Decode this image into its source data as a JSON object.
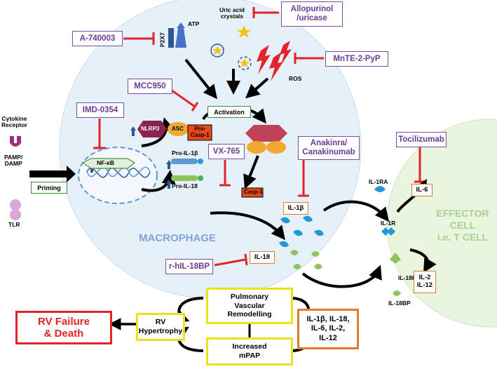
{
  "drugs": {
    "allopurinol": "Allopurinol\n/uricase",
    "a740003": "A-740003",
    "mnte": "MnTE-2-PyP",
    "mcc950": "MCC950",
    "imd": "IMD-0354",
    "anakinra": "Anakinra/\nCanakinumab",
    "tocilizumab": "Tocilizumab",
    "vx765": "VX-765",
    "rhil18bp": "r-hIL-18BP"
  },
  "labels": {
    "uric": "Uric acid\ncrystals",
    "atp": "ATP",
    "p2x7": "P2X7",
    "ros": "ROS",
    "activation": "Activation",
    "nlrp3": "NLRP3",
    "asc": "ASC",
    "procasp": "Pro-\nCasp-1",
    "nfkb": "NF-κB",
    "priming": "Priming",
    "cytokine_receptor": "Cytokine\nReceptor",
    "pamp": "PAMP/\nDAMP",
    "tlr": "TLR",
    "proil1b": "Pro-IL-1β",
    "proil18": "Pro-IL-18",
    "casp1": "Casp-1",
    "macrophage": "MACROPHAGE",
    "il1b_box": "IL-1β",
    "il18_box": "IL-18",
    "il1ra": "IL-1RA",
    "il1r": "IL-1R",
    "il18r": "IL-18R",
    "il18bp": "IL-18BP",
    "il6_box": "IL-6",
    "il2_il12_box": "IL-2\nIL-12",
    "effector": "EFFECTOR\nCELL\ni.e. T CELL",
    "pulmonary": "Pulmonary\nVascular\nRemodelling",
    "mpap": "Increased\nmPAP",
    "rv_hyper": "RV\nHypertrophy",
    "rv_failure": "RV Failure\n& Death",
    "cytokines": "IL-1β, IL-18,\nIL-6, IL-2,\nIL-12"
  },
  "colors": {
    "drug_border": "#7a4fa0",
    "inhibit": "#e0242a",
    "macrophage_fill": "#e6f0f8",
    "effector_fill": "#e9f5df",
    "effector_text": "#a9d18e",
    "ybox": "#f0e01a",
    "obox": "#e07a2e",
    "rvfail": "#e0242a"
  }
}
